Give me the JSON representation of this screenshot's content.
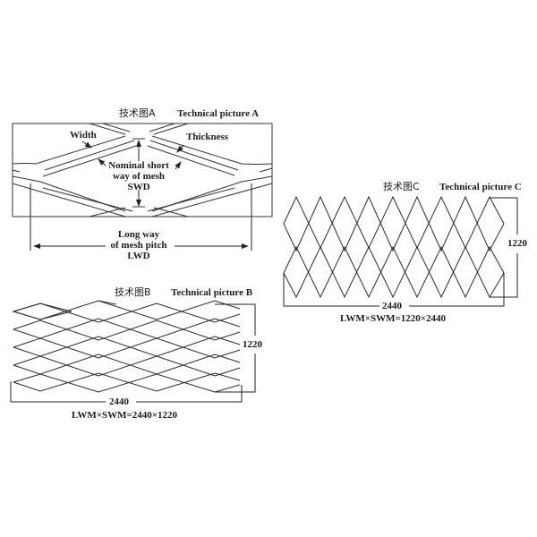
{
  "panel_a": {
    "title_cn": "技术图A",
    "title_en": "Technical picture A",
    "labels": {
      "width": "Width",
      "thickness": "Thickness",
      "swd_line1": "Nominal short",
      "swd_line2": "way of mesh",
      "swd_line3": "SWD",
      "lwd_line1": "Long way",
      "lwd_line2": "of mesh pitch",
      "lwd_line3": "LWD"
    }
  },
  "panel_b": {
    "title_cn": "技术图B",
    "title_en": "Technical picture B",
    "height_dim": "1220",
    "width_dim": "2440",
    "formula": "LWM×SWM=2440×1220"
  },
  "panel_c": {
    "title_cn": "技术图C",
    "title_en": "Technical picture C",
    "height_dim": "1220",
    "width_dim": "2440",
    "formula": "LWM×SWM=1220×2440"
  },
  "colors": {
    "line": "#2a2a2a",
    "background": "#ffffff"
  }
}
